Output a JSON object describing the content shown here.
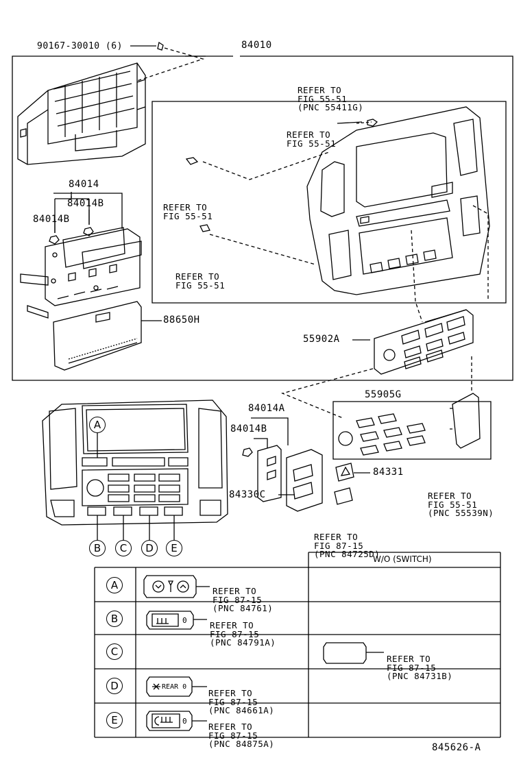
{
  "parts": {
    "screw": "90167-30010 (6)",
    "assembly": "84010",
    "board": "84014",
    "board_clip_a": "84014B",
    "board_clip_b": "84014B",
    "control_unit": "88650H",
    "front_panel": "55902A",
    "button_set": "55905G",
    "sub_switch": "84014A",
    "sub_clip": "84014B",
    "hazard": "84331",
    "switch_base": "84330C",
    "drawing_no": "845626-A"
  },
  "refs": {
    "top": [
      "REFER TO",
      "FIG 55-51",
      "(PNC 55411G)"
    ],
    "upper_clip": [
      "REFER TO",
      "FIG 55-51"
    ],
    "left_clip": [
      "REFER TO",
      "FIG 55-51"
    ],
    "lower_clip": [
      "REFER TO",
      "FIG 55-51"
    ],
    "right_cover": [
      "REFER TO",
      "FIG 55-51",
      "(PNC 55539N)"
    ],
    "small_knob": [
      "REFER TO",
      "FIG 87-15",
      "(PNC 84725D)"
    ]
  },
  "callouts": {
    "a": "A",
    "b": "B",
    "c": "C",
    "d": "D",
    "e": "E"
  },
  "table": {
    "header_right": "W/O (SWITCH)",
    "rows": [
      {
        "key": "A",
        "ref": [
          "REFER TO",
          "FIG 87-15",
          "(PNC 84761)"
        ],
        "switch_text": "",
        "alt_ref": []
      },
      {
        "key": "B",
        "ref": [
          "REFER TO",
          "FIG 87-15",
          "(PNC 84791A)"
        ],
        "switch_text": "0",
        "alt_ref": []
      },
      {
        "key": "C",
        "ref": [],
        "switch_text": "",
        "alt_ref": [
          "REFER TO",
          "FIG 87-15",
          "(PNC 84731B)"
        ]
      },
      {
        "key": "D",
        "ref": [
          "REFER TO",
          "FIG 87-15",
          "(PNC 84661A)"
        ],
        "switch_text": "REAR 0",
        "alt_ref": []
      },
      {
        "key": "E",
        "ref": [
          "REFER TO",
          "FIG 87-15",
          "(PNC 84875A)"
        ],
        "switch_text": "0",
        "alt_ref": []
      }
    ]
  }
}
